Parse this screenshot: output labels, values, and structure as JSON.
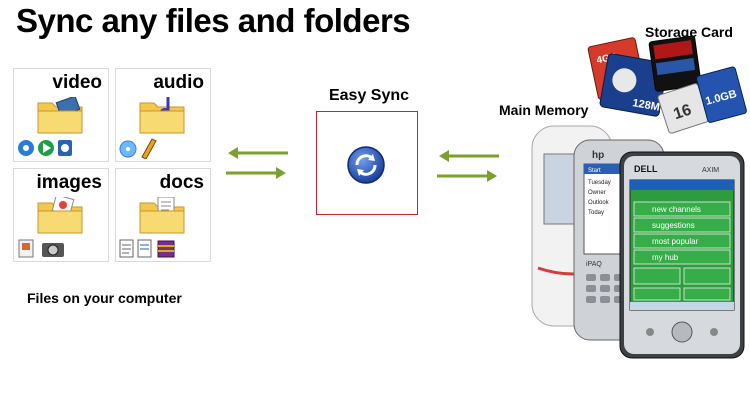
{
  "headline": "Sync any files and folders",
  "tiles": [
    {
      "label": "video"
    },
    {
      "label": "audio"
    },
    {
      "label": "images"
    },
    {
      "label": "docs"
    }
  ],
  "computer_caption": "Files on your computer",
  "easy_sync": {
    "title": "Easy Sync"
  },
  "devices": {
    "main_memory_label": "Main Memory",
    "storage_card_label": "Storage Card",
    "cards": [
      {
        "text": "4GB"
      },
      {
        "text": "128MB"
      },
      {
        "text": "16"
      },
      {
        "text": "1.0GB"
      }
    ],
    "phone_menu": [
      "new channels",
      "suggestions",
      "most popular",
      "my hub"
    ],
    "phone_brand": "DELL",
    "phone_model": "AXIM",
    "pda_brand": "hp",
    "pda_model": "iPAQ",
    "pda_menu": [
      "Start",
      "Tuesday",
      "Owner",
      "Outlook",
      "Today"
    ]
  },
  "colors": {
    "arrow": "#7aa02e",
    "box_border": "#c8232c",
    "folder": "#f2c94c",
    "screen": "#2f9b3f"
  }
}
